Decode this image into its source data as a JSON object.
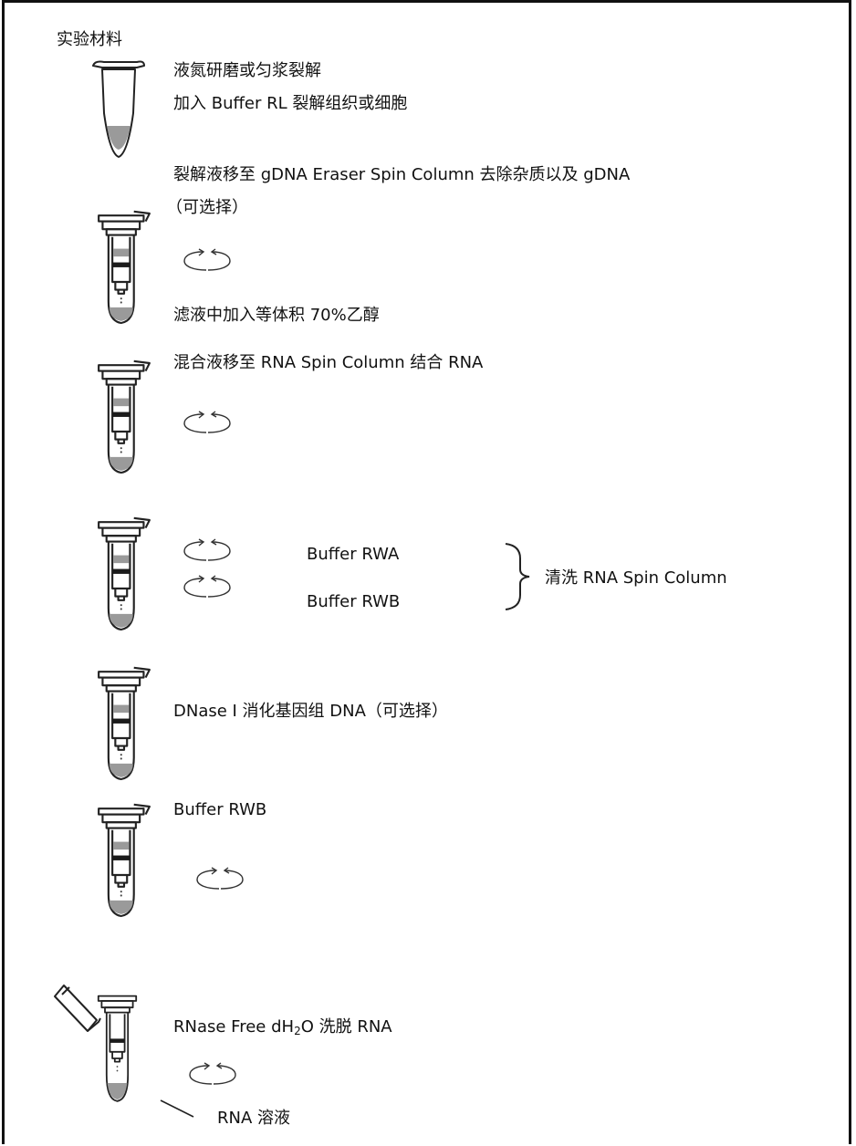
{
  "header": {
    "materials": "实验材料"
  },
  "steps": {
    "s1": {
      "line1": "液氮研磨或匀浆裂解",
      "line2": "加入 Buffer RL 裂解组织或细胞"
    },
    "s2": {
      "line1": "裂解液移至 gDNA Eraser Spin Column 去除杂质以及 gDNA",
      "line2": "（可选择）",
      "line3": "滤液中加入等体积 70%乙醇"
    },
    "s3": {
      "line1": "混合液移至 RNA Spin Column 结合 RNA"
    },
    "s4": {
      "buffer_a": "Buffer RWA",
      "buffer_b": "Buffer RWB",
      "group_label": "清洗 RNA Spin Column"
    },
    "s5": {
      "line1": "DNase I 消化基因组 DNA（可选择）"
    },
    "s6": {
      "line1": "Buffer RWB"
    },
    "s7": {
      "prefix": "RNase Free dH",
      "subscript": "2",
      "suffix": "O 洗脱 RNA",
      "result": "RNA 溶液"
    }
  },
  "icons": [
    "microtube-icon",
    "spin-column-icon",
    "centrifuge-rotation-icon",
    "brace-icon",
    "open-lid-tube-icon"
  ]
}
